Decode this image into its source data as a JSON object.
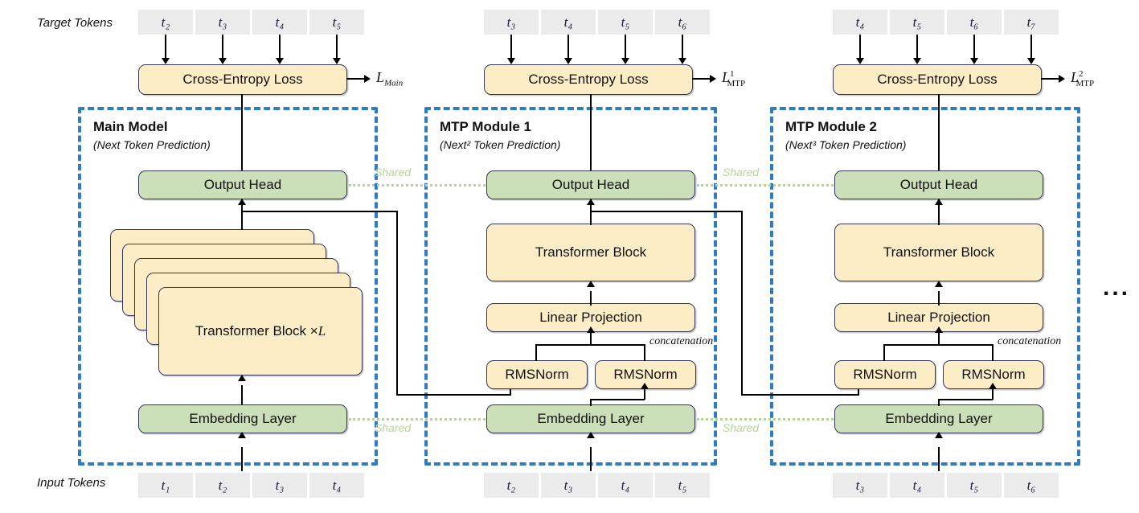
{
  "labels": {
    "target_tokens": "Target Tokens",
    "input_tokens": "Input Tokens",
    "shared": "Shared",
    "concatenation": "concatenation",
    "ellipsis": "..."
  },
  "colors": {
    "frame_blue": "#2f7cc0",
    "yellow_box": "#fdedc6",
    "green_box": "#cbe0b8",
    "token_chip": "#ebebeb",
    "shared_green": "#b7d49b",
    "box_border": "#33375e"
  },
  "columns": [
    {
      "id": "main-model",
      "title": "Main Model",
      "subtitle": "(Next Token Prediction)",
      "subtitle_sup": "",
      "loss_symbol": "L",
      "loss_sub": "Main",
      "loss_sup": "",
      "loss_style": "italic",
      "ce_loss_label": "Cross-Entropy Loss",
      "output_head_label": "Output Head",
      "embedding_label": "Embedding Layer",
      "transformer_label": "Transformer Block × L",
      "transformer_stacked": true,
      "target_tokens": [
        "t2",
        "t3",
        "t4",
        "t5"
      ],
      "input_tokens": [
        "t1",
        "t2",
        "t3",
        "t4"
      ]
    },
    {
      "id": "mtp-module-1",
      "title": "MTP Module 1",
      "subtitle": "(Next² Token Prediction)",
      "subtitle_sup": "2",
      "loss_symbol": "L",
      "loss_sub": "MTP",
      "loss_sup": "1",
      "loss_style": "roman",
      "ce_loss_label": "Cross-Entropy Loss",
      "output_head_label": "Output Head",
      "embedding_label": "Embedding Layer",
      "transformer_label": "Transformer Block",
      "linear_label": "Linear Projection",
      "rmsnorm_left_label": "RMSNorm",
      "rmsnorm_right_label": "RMSNorm",
      "transformer_stacked": false,
      "target_tokens": [
        "t3",
        "t4",
        "t5",
        "t6"
      ],
      "input_tokens": [
        "t2",
        "t3",
        "t4",
        "t5"
      ]
    },
    {
      "id": "mtp-module-2",
      "title": "MTP Module 2",
      "subtitle": "(Next³ Token Prediction)",
      "subtitle_sup": "3",
      "loss_symbol": "L",
      "loss_sub": "MTP",
      "loss_sup": "2",
      "loss_style": "roman",
      "ce_loss_label": "Cross-Entropy Loss",
      "output_head_label": "Output Head",
      "embedding_label": "Embedding Layer",
      "transformer_label": "Transformer Block",
      "linear_label": "Linear Projection",
      "rmsnorm_left_label": "RMSNorm",
      "rmsnorm_right_label": "RMSNorm",
      "transformer_stacked": false,
      "target_tokens": [
        "t4",
        "t5",
        "t6",
        "t7"
      ],
      "input_tokens": [
        "t3",
        "t4",
        "t5",
        "t6"
      ]
    }
  ],
  "tokens": {
    "t1": "t₁",
    "t2": "t₂",
    "t3": "t₃",
    "t4": "t₄",
    "t5": "t₅",
    "t6": "t₆",
    "t7": "t₇"
  }
}
